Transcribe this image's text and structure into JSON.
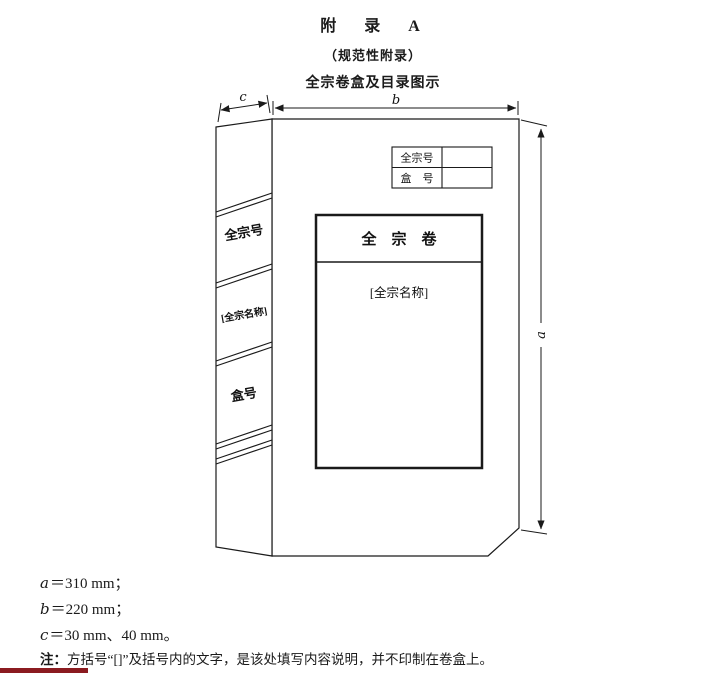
{
  "header": {
    "title": "附　录　A",
    "subtitle": "（规范性附录）",
    "caption": "全宗卷盒及目录图示"
  },
  "diagram": {
    "dim_a": "a",
    "dim_b": "b",
    "dim_c": "c",
    "spine": {
      "fonds_no": "全宗号",
      "fonds_name": "[全宗名称]",
      "box_no": "盒号"
    },
    "table": {
      "row1_label": "全宗号",
      "row2_label": "盒　号",
      "row1_value": "",
      "row2_value": ""
    },
    "inner": {
      "title": "全　宗　卷",
      "name": "[全宗名称]"
    }
  },
  "notes": {
    "a_sym": "a",
    "a_text": "＝310 mm；",
    "b_sym": "b",
    "b_text": "＝220 mm；",
    "c_sym": "c",
    "c_text": "＝30 mm、40 mm。",
    "note_prefix": "注：",
    "note_text": "方括号“[]”及括号内的文字，是该处填写内容说明，并不印制在卷盒上。"
  }
}
